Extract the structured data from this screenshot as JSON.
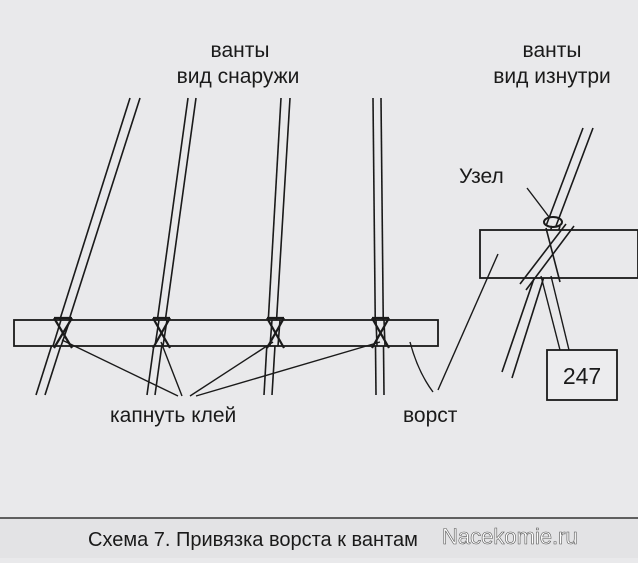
{
  "labels": {
    "shrouds_outside_line1": "ванты",
    "shrouds_outside_line2": "вид снаружи",
    "shrouds_inside_line1": "ванты",
    "shrouds_inside_line2": "вид изнутри",
    "knot": "Узел",
    "glue": "капнуть клей",
    "batten": "ворст",
    "part_number": "247"
  },
  "caption": "Схема 7. Привязка ворста  к вантам",
  "watermark": "Nacekomie.ru",
  "colors": {
    "ink": "#1a1a1a",
    "paper": "#e9e9eb",
    "caption_band": "#e3e3e5"
  }
}
